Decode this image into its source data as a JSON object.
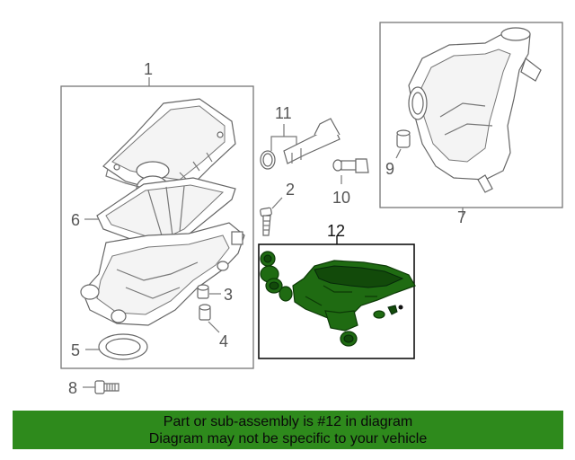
{
  "callouts": {
    "c1": "1",
    "c2": "2",
    "c3": "3",
    "c4": "4",
    "c5": "5",
    "c6": "6",
    "c7": "7",
    "c8": "8",
    "c9": "9",
    "c10": "10",
    "c11": "11",
    "c12": "12"
  },
  "banner": {
    "line1": "Part or sub-assembly is #12 in diagram",
    "line2": "Diagram may not be specific to your vehicle"
  },
  "colors": {
    "highlight": "#1f6b12",
    "banner": "#2e8a1c"
  }
}
